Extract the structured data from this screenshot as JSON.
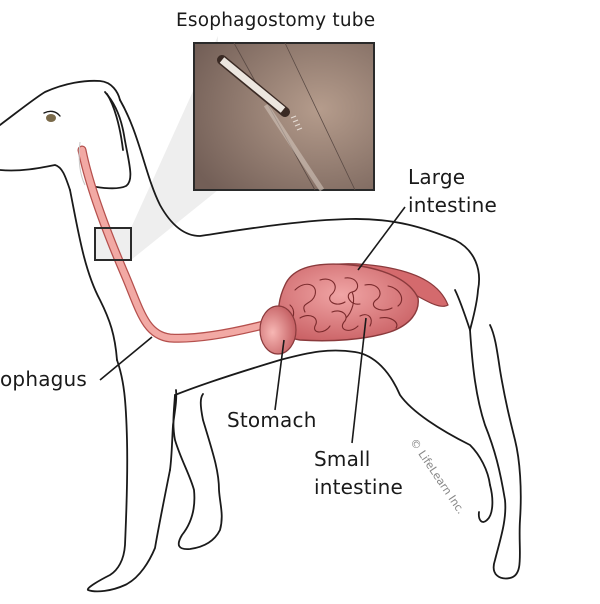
{
  "diagram": {
    "title": "Esophagostomy tube",
    "subject": "dog",
    "labels": {
      "esophagus": "ophagus",
      "stomach": "Stomach",
      "small_intestine_line1": "Small",
      "small_intestine_line2": "intestine",
      "large_intestine_line1": "Large",
      "large_intestine_line2": "intestine"
    },
    "copyright": "© LifeLearn Inc.",
    "colors": {
      "outline": "#1a1a1a",
      "esophagus_fill": "#f2a9a4",
      "esophagus_stroke": "#b5504d",
      "organ_fill": "#d9777a",
      "organ_dark": "#7a2a2c",
      "inset_bg": "#8f7d73",
      "tube": "#e9e4de",
      "callout_fill": "#efefef"
    }
  }
}
